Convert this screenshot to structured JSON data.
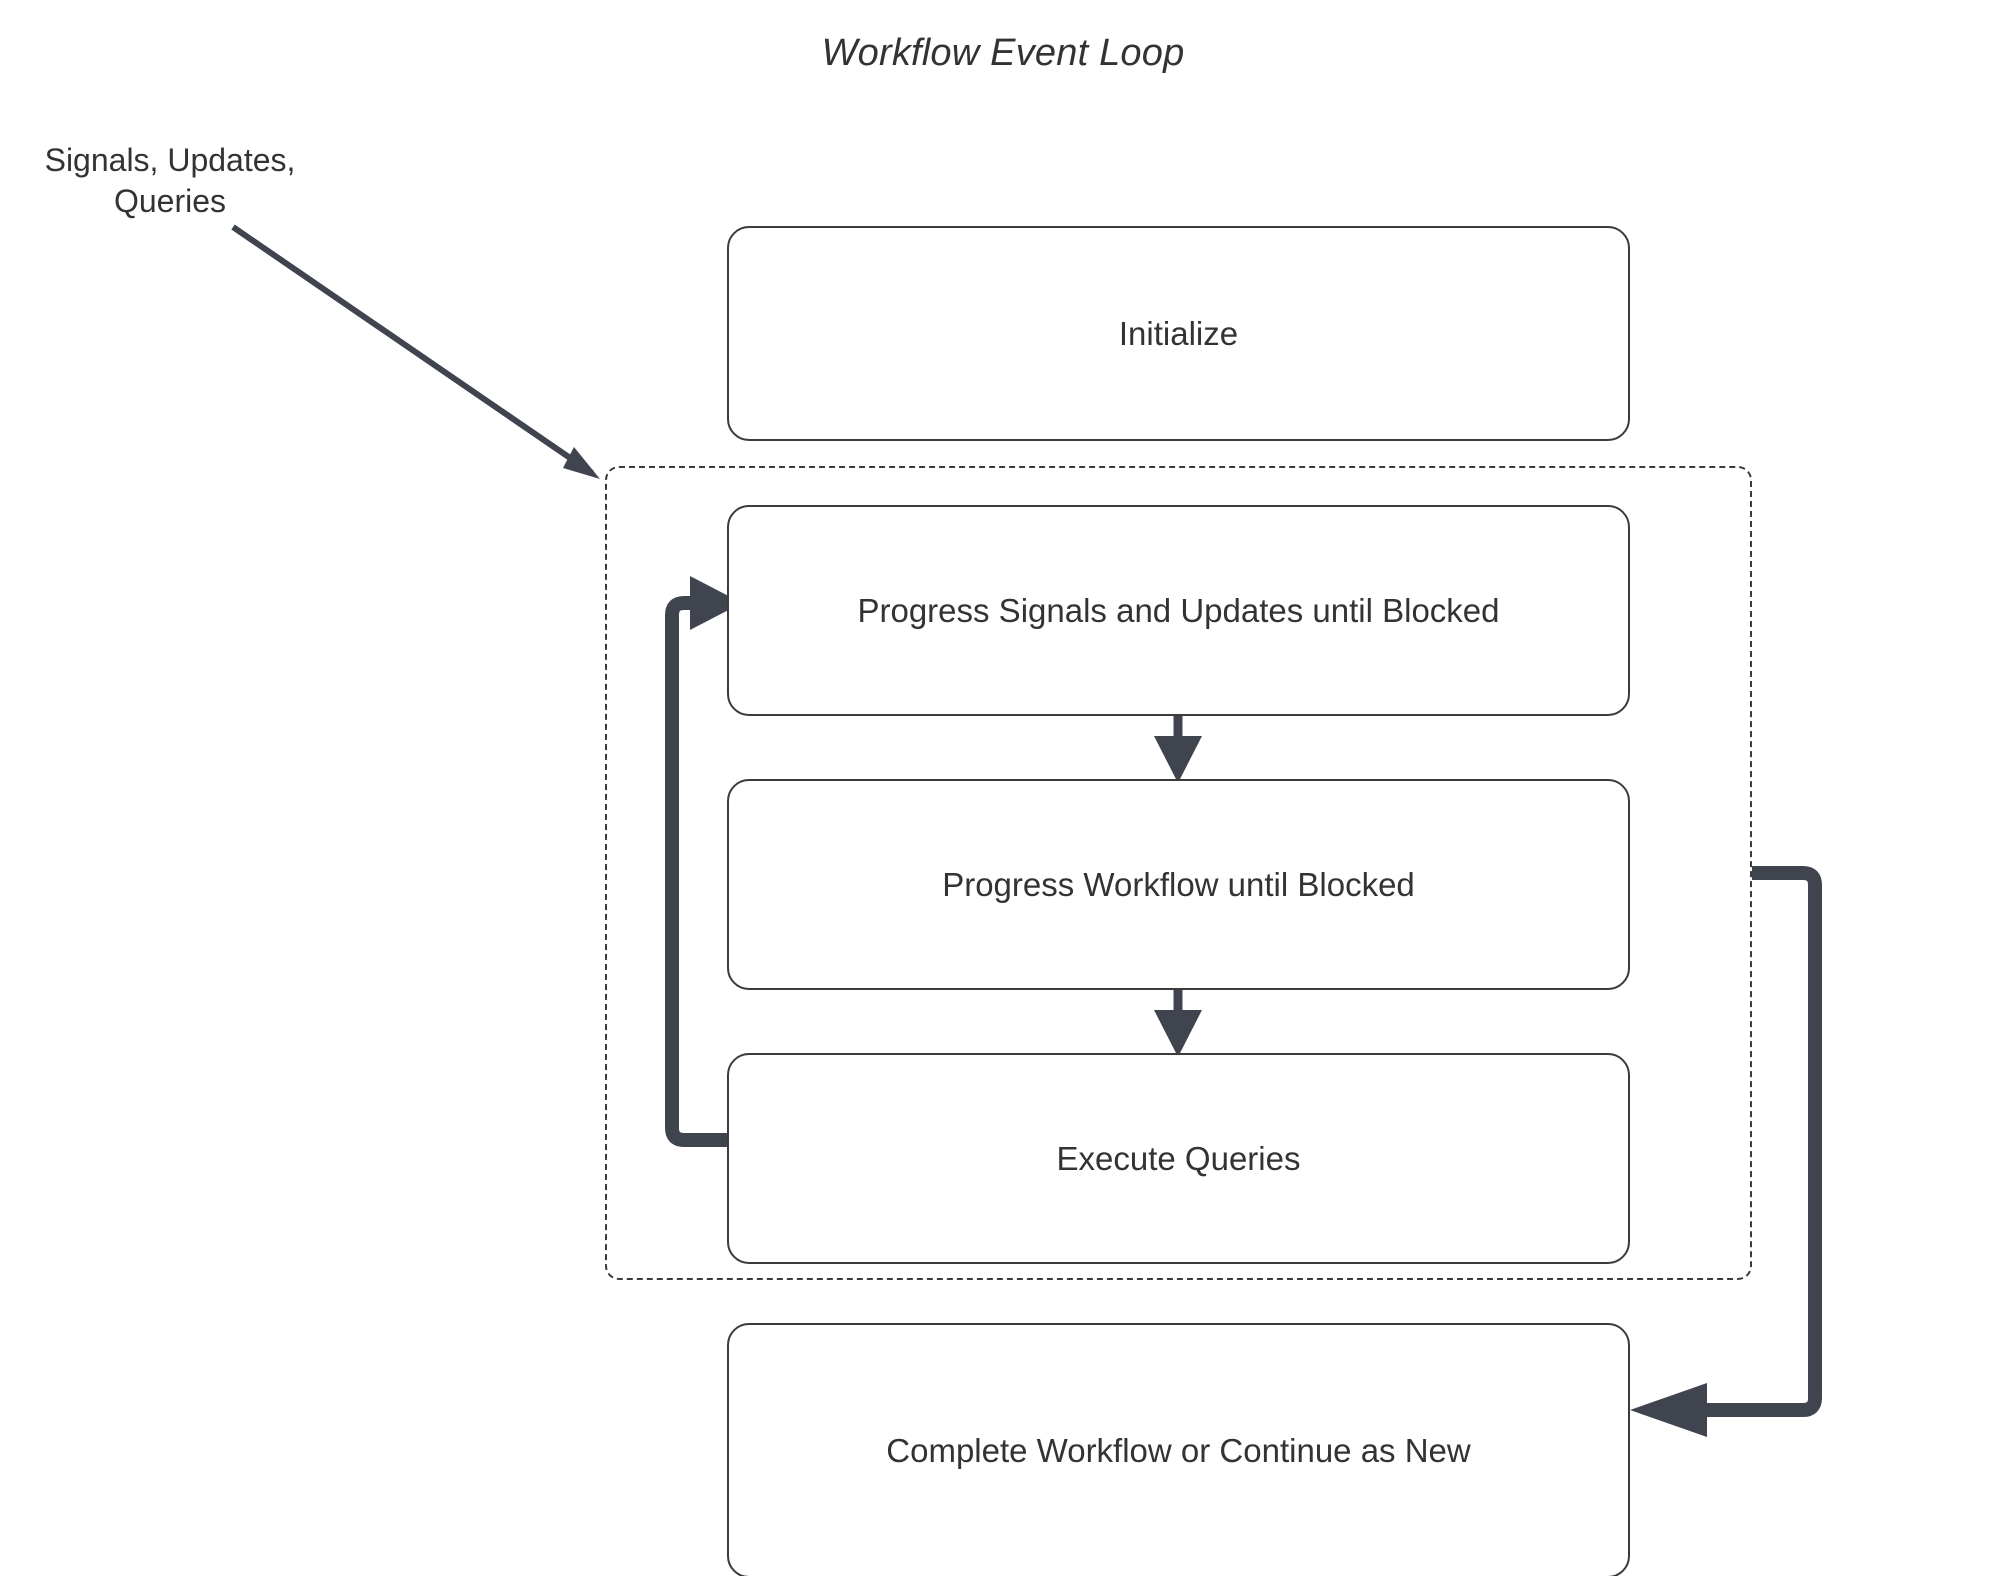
{
  "title": "Workflow Event Loop",
  "input_label": "Signals, Updates,\nQueries",
  "colors": {
    "edge": "#3f444f",
    "node_border": "#3b3b3b",
    "text": "#333333",
    "background": "#ffffff",
    "container_border": "#3b3b3b"
  },
  "nodes": [
    {
      "id": "initialize",
      "label": "Initialize"
    },
    {
      "id": "progress_signals",
      "label": "Progress Signals and Updates until Blocked"
    },
    {
      "id": "progress_workflow",
      "label": "Progress Workflow until Blocked"
    },
    {
      "id": "execute_queries",
      "label": "Execute Queries"
    },
    {
      "id": "complete",
      "label": "Complete Workflow or Continue as New"
    }
  ],
  "loop_container": {
    "style": "dashed",
    "label": ""
  },
  "edges": [
    {
      "from": "input_label",
      "to": "loop_container",
      "style": "solid-diagonal-arrow"
    },
    {
      "from": "progress_signals",
      "to": "progress_workflow",
      "style": "down-arrow"
    },
    {
      "from": "progress_workflow",
      "to": "execute_queries",
      "style": "down-arrow"
    },
    {
      "from": "execute_queries",
      "to": "progress_signals",
      "style": "loop-back-left-arrow"
    },
    {
      "from": "loop_container",
      "to": "complete",
      "style": "right-down-left-arrow"
    }
  ]
}
